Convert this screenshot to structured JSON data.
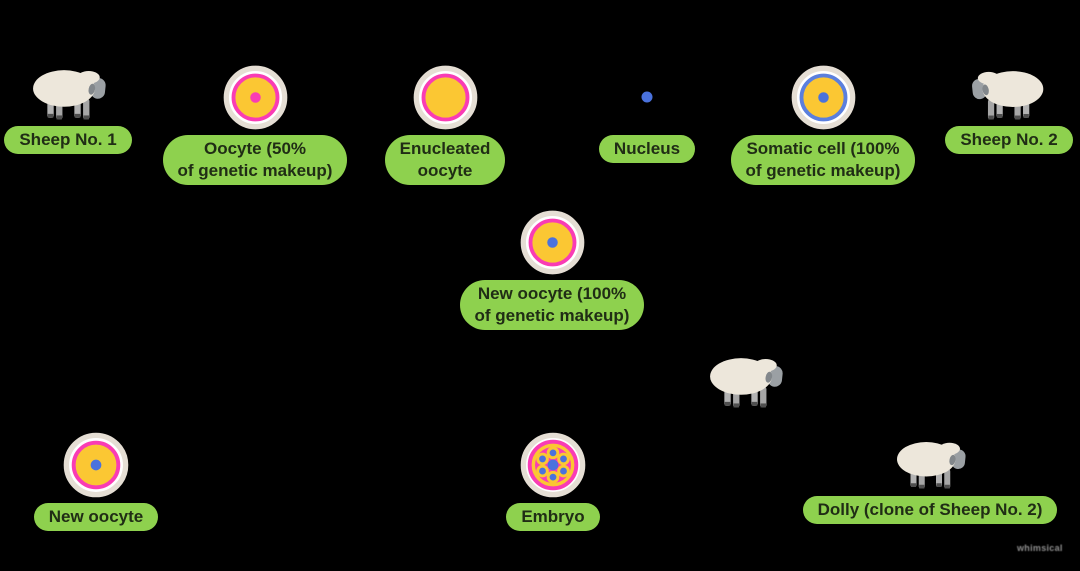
{
  "colors": {
    "background": "#000000",
    "pill-bg": "#8ed14e",
    "pill-text": "#202d15",
    "membrane": "#e5ded4",
    "cell-white": "#ffffff",
    "cytoplasm-yellow": "#fbc733",
    "pink": "#f93cb4",
    "blue-ring": "#5b7fdd",
    "nucleus-blue": "#4a72dd",
    "wool": "#ede7db",
    "face-gray": "#9ba0a4",
    "ear-gray": "#82878b",
    "leg-gray": "#b3b3b3",
    "leg-gray-dark": "#a6a6a6",
    "hoof": "#4f4f4f",
    "watermark": "#8f8f8f"
  },
  "nodes": {
    "sheep1": {
      "label": "Sheep No. 1",
      "icon": "sheep-icon"
    },
    "oocyte50": {
      "label": "Oocyte (50%\nof genetic makeup)",
      "icon": "oocyte-icon"
    },
    "enucleated": {
      "label": "Enucleated\noocyte",
      "icon": "enucleated-oocyte-icon"
    },
    "nucleus": {
      "label": "Nucleus",
      "icon": "nucleus-icon"
    },
    "somatic": {
      "label": "Somatic cell (100%\nof genetic makeup)",
      "icon": "somatic-cell-icon"
    },
    "sheep2": {
      "label": "Sheep No. 2",
      "icon": "sheep-icon"
    },
    "new_oocyte_100": {
      "label": "New oocyte (100%\nof genetic makeup)",
      "icon": "new-oocyte-icon"
    },
    "surrogate_sheep": {
      "icon": "sheep-icon"
    },
    "new_oocyte": {
      "label": "New oocyte",
      "icon": "new-oocyte-icon"
    },
    "embryo": {
      "label": "Embryo",
      "icon": "embryo-icon"
    },
    "dolly": {
      "label": "Dolly (clone of Sheep No. 2)",
      "icon": "sheep-icon"
    }
  },
  "watermark": {
    "text": "whimsical"
  }
}
